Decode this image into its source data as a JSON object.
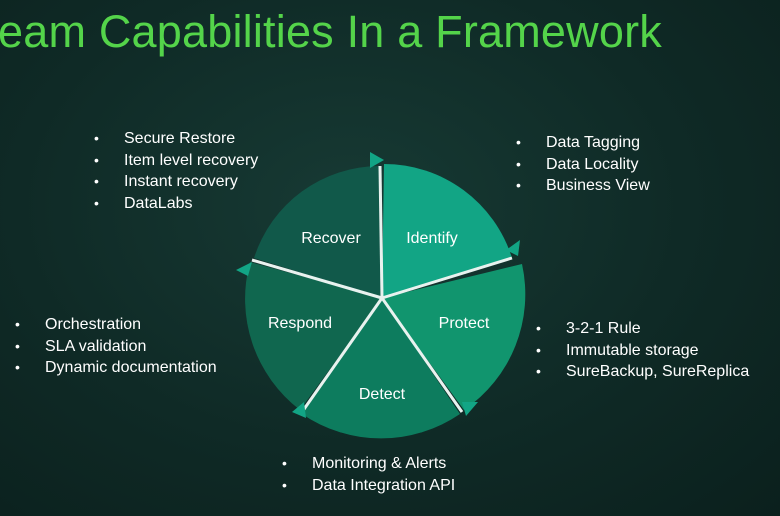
{
  "title": "eam Capabilities In a Framework",
  "colors": {
    "title": "#54d44a",
    "recover": "#11594a",
    "identify": "#12a585",
    "protect": "#11956e",
    "detect": "#0d7c5e",
    "respond": "#10674f",
    "background": "#0f2a26"
  },
  "segments": [
    {
      "key": "recover",
      "label": "Recover"
    },
    {
      "key": "identify",
      "label": "Identify"
    },
    {
      "key": "protect",
      "label": "Protect"
    },
    {
      "key": "detect",
      "label": "Detect"
    },
    {
      "key": "respond",
      "label": "Respond"
    }
  ],
  "lists": {
    "recover": [
      "Secure Restore",
      "Item level recovery",
      "Instant recovery",
      "DataLabs"
    ],
    "identify": [
      "Data Tagging",
      "Data Locality",
      "Business View"
    ],
    "protect": [
      "3-2-1 Rule",
      "Immutable storage",
      "SureBackup, SureReplica"
    ],
    "respond": [
      "Orchestration",
      "SLA validation",
      "Dynamic documentation"
    ],
    "detect": [
      "Monitoring & Alerts",
      "Data Integration API"
    ]
  }
}
